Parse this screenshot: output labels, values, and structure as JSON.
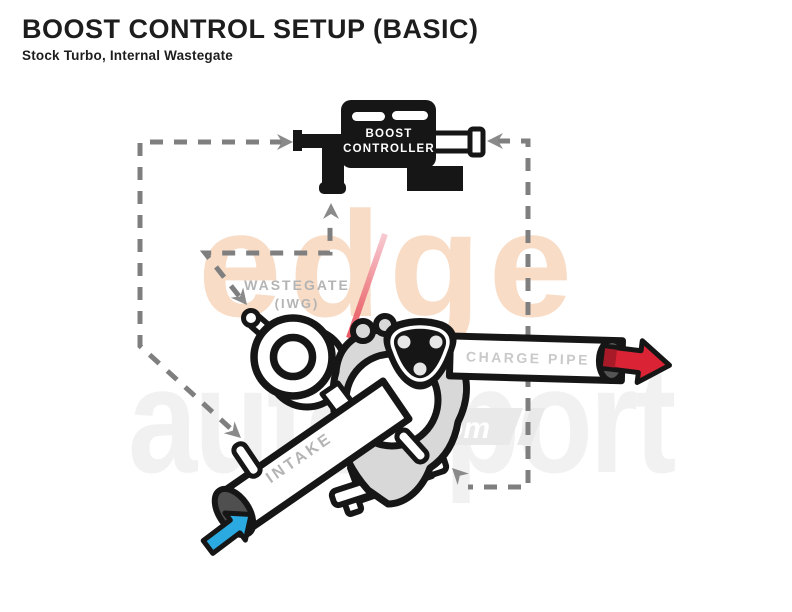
{
  "header": {
    "title": "BOOST CONTROL SETUP (BASIC)",
    "subtitle": "Stock Turbo, Internal Wastegate"
  },
  "controller": {
    "label_line1": "BOOST",
    "label_line2": "CONTROLLER"
  },
  "labels": {
    "wastegate_line1": "WASTEGATE",
    "wastegate_line2": "(IWG)",
    "charge_pipe": "CHARGE PIPE",
    "intake": "INTAKE"
  },
  "watermark": {
    "word_top": "edge",
    "word_mid": "autosport",
    "word_bottom": ".com"
  },
  "colors": {
    "device_black": "#161616",
    "outline_black": "#161616",
    "hose_dash_gray": "#7f7f7f",
    "arrowhead_gray": "#8a8a8a",
    "label_gray": "#b4b4b4",
    "pipe_label_gray": "#c9c9c9",
    "housing_gray": "#d8d8d8",
    "housing_dark_gray": "#cfcfcf",
    "pipe_opening_gray": "#545454",
    "intake_arrow_blue": "#2ba9e1",
    "charge_arrow_red": "#da2334",
    "charge_arrow_dark_red": "#a81a27",
    "watermark_peach": "#f8dcc6",
    "watermark_slash_pink": "#ef6073",
    "watermark_gray": "#ededed"
  }
}
